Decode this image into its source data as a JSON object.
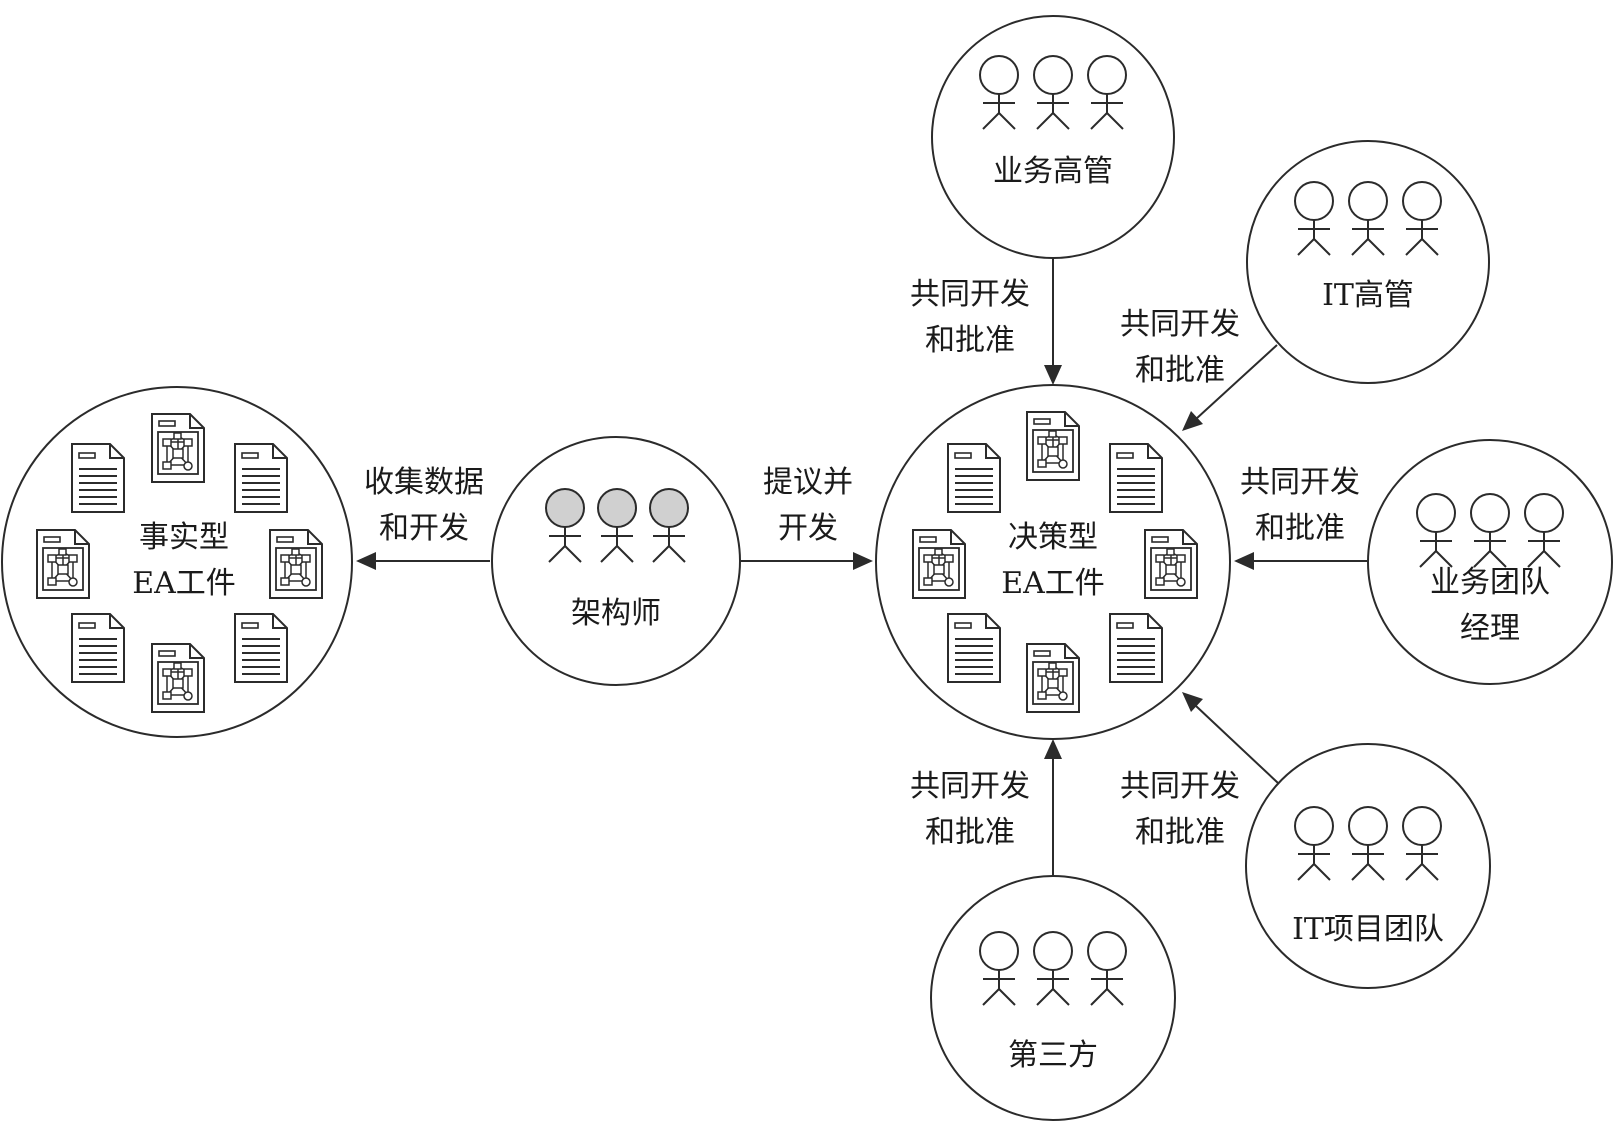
{
  "nodes": {
    "fact_artifacts": "事实型\nEA工件",
    "architects": "架构师",
    "decision_artifacts": "决策型\nEA工件",
    "business_executives": "业务高管",
    "it_executives": "IT高管",
    "business_unit_managers": "业务团队经理",
    "it_project_teams": "IT项目团队",
    "third_parties": "第三方"
  },
  "edges": {
    "collect": "收集数据\n和开发",
    "propose": "提议并\n开发",
    "approve_business_executives": "共同开发\n和批准",
    "approve_it_executives": "共同开发\n和批准",
    "approve_business_unit_managers": "共同开发\n和批准",
    "approve_it_project_teams": "共同开发\n和批准",
    "approve_third_parties": "共同开发\n和批准"
  },
  "icons": {
    "person": "stick-figure-icon",
    "text_document": "text-document-icon",
    "model_document": "model-document-icon"
  },
  "colors": {
    "architect_head_fill": "#d0d0d0"
  }
}
